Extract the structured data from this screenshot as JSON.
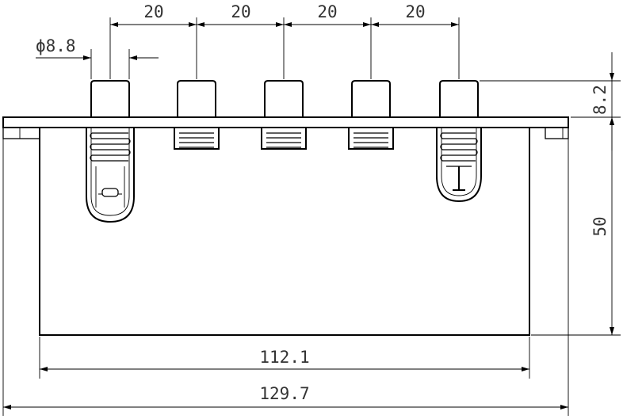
{
  "dimensions": {
    "pitch_1": "20",
    "pitch_2": "20",
    "pitch_3": "20",
    "pitch_4": "20",
    "diameter": "ϕ8.8",
    "pin_height": "8.2",
    "body_height": "50",
    "inner_width": "112.1",
    "outer_width": "129.7"
  },
  "colors": {
    "line": "#000000",
    "text": "#333333"
  }
}
